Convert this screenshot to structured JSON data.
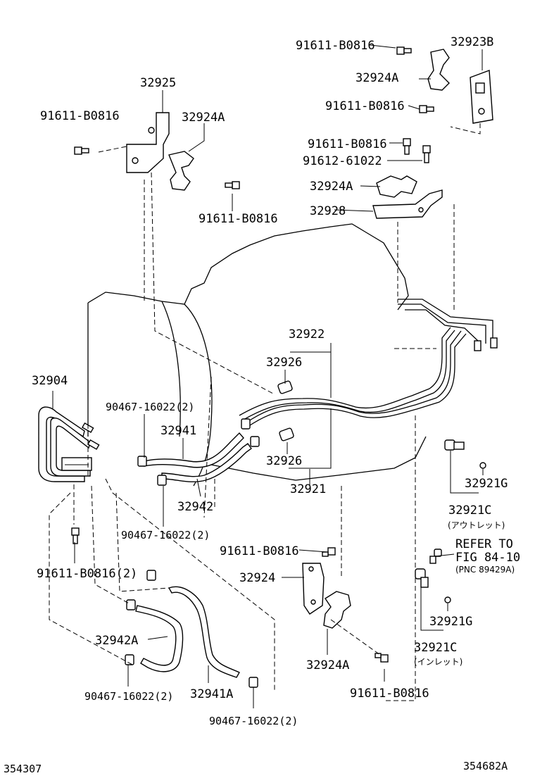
{
  "diagram": {
    "figure_number_left": "354307",
    "figure_number_right": "354682A",
    "labels": {
      "bolt_top_right_1": "91611-B0816",
      "bracket_32923b": "32923B",
      "clamp_32924a_top_right": "32924A",
      "bolt_top_right_2": "91611-B0816",
      "bracket_32925": "32925",
      "bolt_top_left": "91611-B0816",
      "clamp_32924a_top_left": "32924A",
      "bolt_top_left_2": "91611-B0816",
      "bolt_mid_1": "91611-B0816",
      "bolt_mid_2": "91612-61022",
      "clamp_32924a_mid": "32924A",
      "bracket_32928": "32928",
      "tube_32922": "32922",
      "sleeve_32926_top": "32926",
      "sleeve_32926_bottom": "32926",
      "tube_32921": "32921",
      "cooler_32904": "32904",
      "clip_upper": "90467-16022(2)",
      "hose_32941": "32941",
      "hose_32942": "32942",
      "clip_lower": "90467-16022(2)",
      "bolt_cooler": "91611-B0816(2)",
      "union_outlet": "32921C",
      "union_outlet_note": "(アウトレット)",
      "gasket_outlet": "32921G",
      "refer_line1": "REFER TO",
      "refer_line2": "FIG 84-10",
      "refer_line3": "(PNC 89429A)",
      "gasket_inlet": "32921G",
      "union_inlet": "32921C",
      "union_inlet_note": "(インレット)",
      "bolt_lower_mid": "91611-B0816",
      "bracket_32924": "32924",
      "clamp_32924a_lower": "32924A",
      "bolt_lower_right": "91611-B0816",
      "hose_32942a": "32942A",
      "hose_32941a": "32941A",
      "clip_bottom_left": "90467-16022(2)",
      "clip_bottom_mid": "90467-16022(2)"
    }
  }
}
